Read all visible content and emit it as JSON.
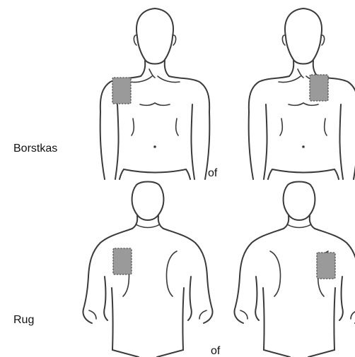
{
  "labels": {
    "chest": "Borstkas",
    "back": "Rug",
    "or_top": "of",
    "or_bottom": "of"
  },
  "colors": {
    "outline": "#3a3a3a",
    "patch_fill": "#9a9a9a"
  },
  "figures": [
    {
      "view": "front",
      "patch_side": "right-shoulder"
    },
    {
      "view": "front",
      "patch_side": "left-shoulder"
    },
    {
      "view": "back",
      "patch_side": "left-shoulder"
    },
    {
      "view": "back",
      "patch_side": "right-shoulder"
    }
  ]
}
